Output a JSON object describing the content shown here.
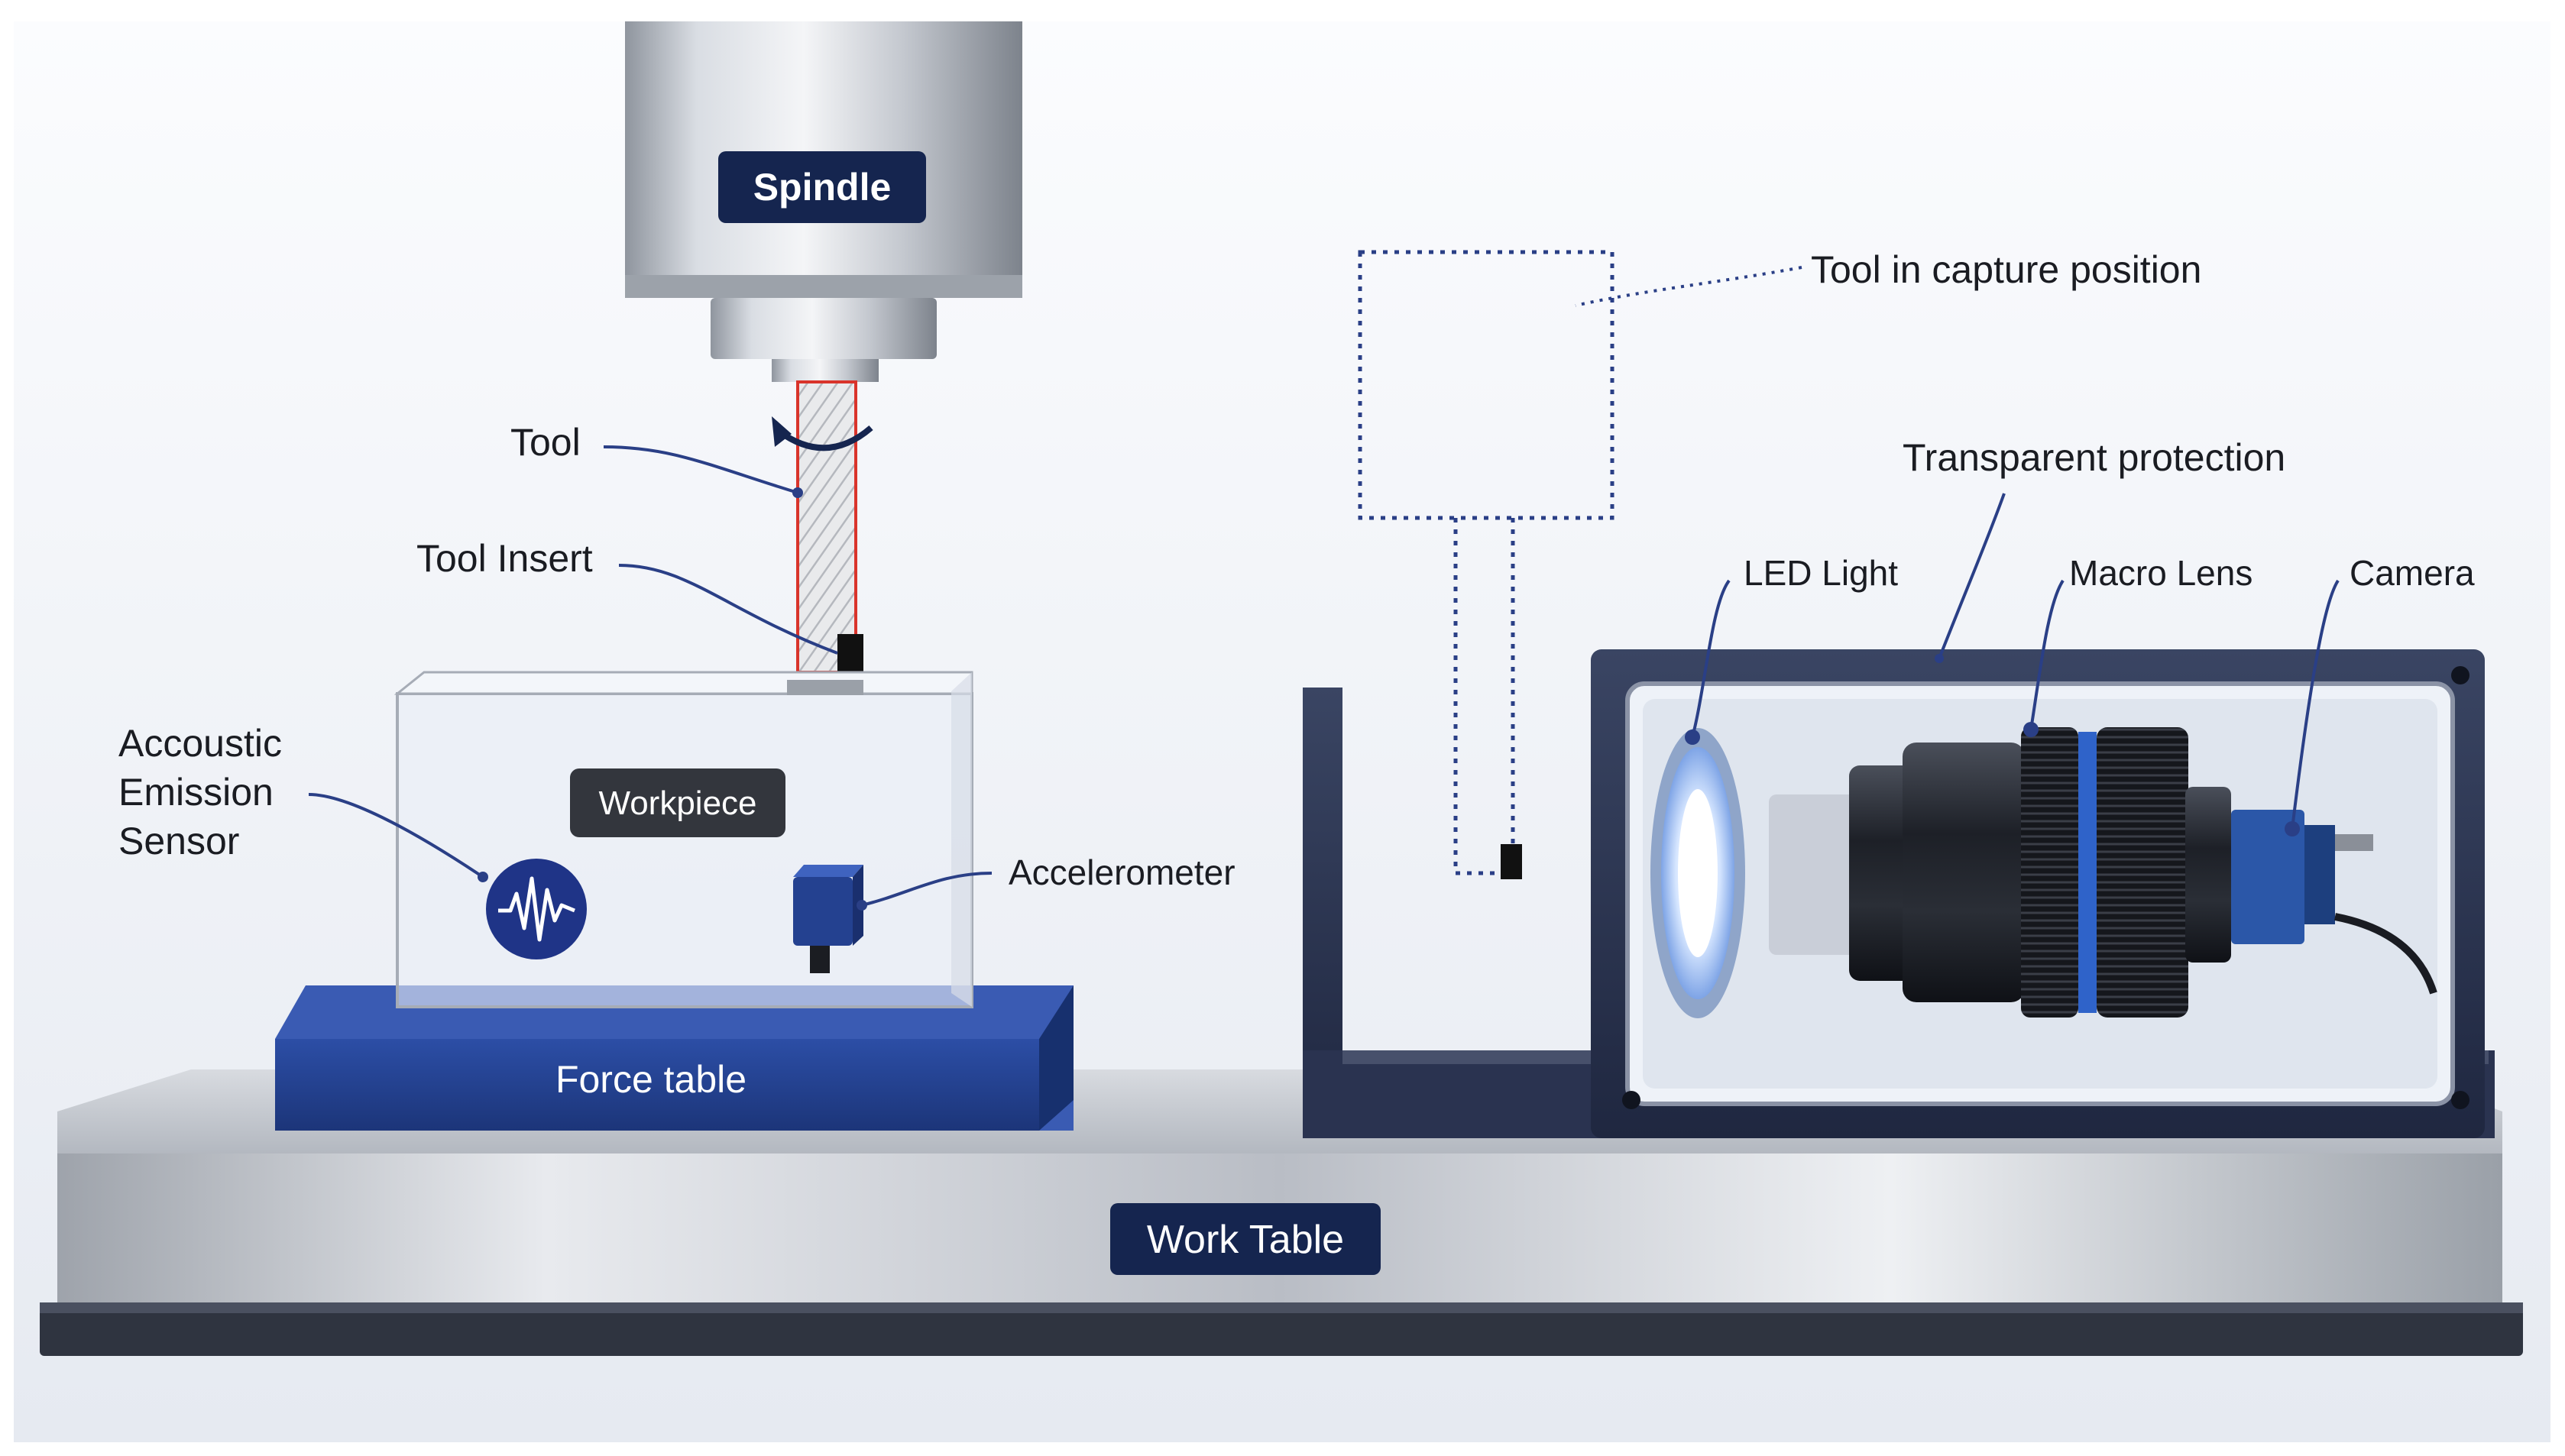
{
  "labels": {
    "spindle": "Spindle",
    "tool": "Tool",
    "tool_insert": "Tool Insert",
    "acoustic_sensor_line1": "Accoustic",
    "acoustic_sensor_line2": "Emission",
    "acoustic_sensor_line3": "Sensor",
    "workpiece": "Workpiece",
    "accelerometer": "Accelerometer",
    "force_table": "Force table",
    "work_table": "Work Table",
    "tool_capture": "Tool in capture position",
    "transparent_protection": "Transparent protection",
    "led_light": "LED Light",
    "macro_lens": "Macro Lens",
    "camera": "Camera"
  },
  "icons": {
    "acoustic_sensor": "waveform-icon",
    "rotation": "rotation-arrow-icon"
  },
  "colors": {
    "navy": "#15254f",
    "force_table": "#24418f",
    "steel": "#b9bec7",
    "dark_badge": "#33363d",
    "leader": "#2a3f86",
    "tool_outline": "#d9342b",
    "led_glow": "#cfe2ff",
    "lens_ring": "#2f63c9"
  }
}
